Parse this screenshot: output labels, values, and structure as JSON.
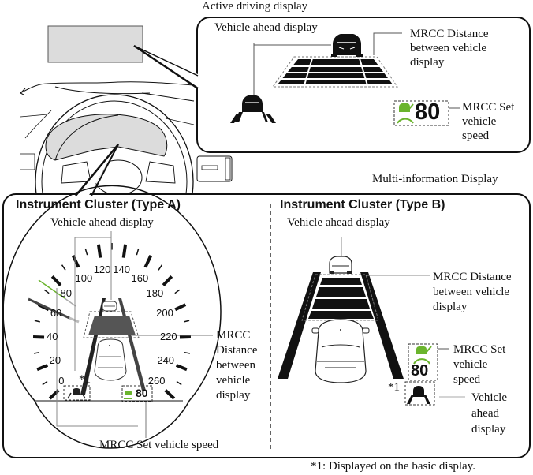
{
  "hud": {
    "title": "Active driving display",
    "vehicle_ahead_label": "Vehicle ahead display",
    "distance_label_lines": [
      "MRCC Distance",
      "between vehicle",
      "display"
    ],
    "set_speed_lines": [
      "MRCC Set",
      "vehicle",
      "speed"
    ],
    "set_speed_value": "80"
  },
  "mid": {
    "title": "Multi-information Display"
  },
  "type_a": {
    "title": "Instrument Cluster (Type A)",
    "vehicle_ahead_label": "Vehicle ahead display",
    "distance_label_lines": [
      "MRCC",
      "Distance",
      "between",
      "vehicle",
      "display"
    ],
    "set_speed_label": "MRCC Set vehicle speed",
    "set_speed_value": "80",
    "footnote_marker": "*1",
    "speedometer_ticks": [
      "0",
      "20",
      "40",
      "60",
      "80",
      "100",
      "120",
      "140",
      "160",
      "180",
      "200",
      "220",
      "240",
      "260"
    ]
  },
  "type_b": {
    "title": "Instrument Cluster (Type B)",
    "vehicle_ahead_label": "Vehicle ahead display",
    "distance_label_lines": [
      "MRCC Distance",
      "between vehicle",
      "display"
    ],
    "set_speed_lines": [
      "MRCC Set",
      "vehicle",
      "speed"
    ],
    "set_speed_value": "80",
    "footnote_marker": "*1",
    "vehicle_ahead_lines": [
      "Vehicle",
      "ahead",
      "display"
    ]
  },
  "footnote": "*1:  Displayed on the basic display.",
  "colors": {
    "accent_green": "#6ab42d",
    "hud_gray": "#dcdcdc"
  }
}
